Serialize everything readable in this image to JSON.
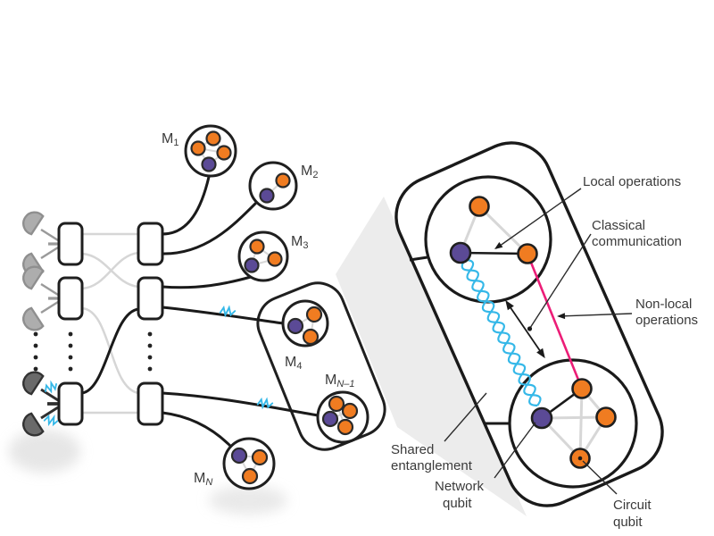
{
  "figure": {
    "modules": [
      {
        "base": "M",
        "sub": "1"
      },
      {
        "base": "M",
        "sub": "2"
      },
      {
        "base": "M",
        "sub": "3"
      },
      {
        "base": "M",
        "sub": "4"
      },
      {
        "base": "M",
        "sub": "N–1"
      },
      {
        "base": "M",
        "sub": "N"
      }
    ],
    "annotations": {
      "local_operations": "Local operations",
      "classical_communication": {
        "line1": "Classical",
        "line2": "communication"
      },
      "non_local_operations": {
        "line1": "Non-local",
        "line2": "operations"
      },
      "shared_entanglement": {
        "line1": "Shared",
        "line2": "entanglement"
      },
      "network_qubit": {
        "line1": "Network",
        "line2": "qubit"
      },
      "circuit_qubit": {
        "line1": "Circuit",
        "line2": "qubit"
      }
    },
    "colors": {
      "circuit_qubit": "#f07c21",
      "network_qubit": "#5b4a96",
      "shared_entanglement": "#35b8e8",
      "non_local_operations": "#ec1d77",
      "photon": "#35b8e8",
      "fiber_active": "#1a1a1a",
      "fiber_inactive": "#d6d6d6"
    }
  }
}
